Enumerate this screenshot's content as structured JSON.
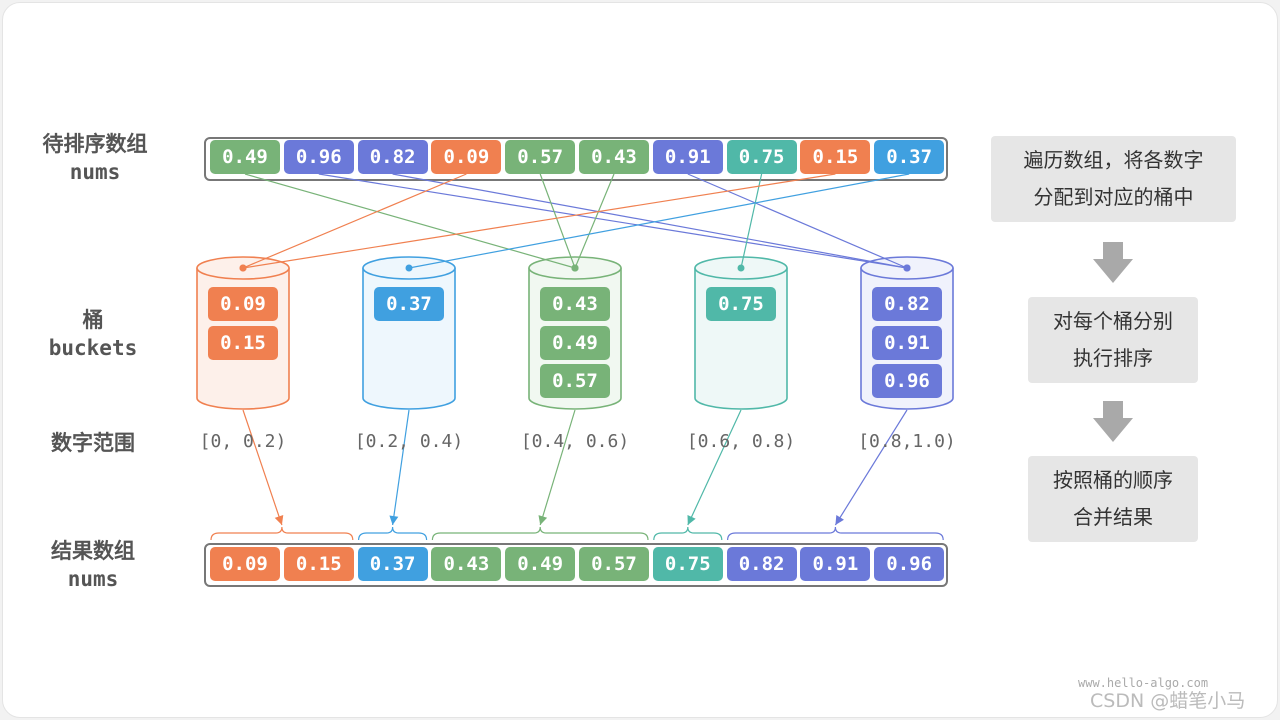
{
  "colors": {
    "orange": "#f08050",
    "blue": "#40a0e0",
    "green": "#78b378",
    "teal": "#50b8a8",
    "purple": "#6b79d9"
  },
  "labels": {
    "input_cn": "待排序数组",
    "input_en": "nums",
    "buckets_cn": "桶",
    "buckets_en": "buckets",
    "range_label": "数字范围",
    "result_cn": "结果数组",
    "result_en": "nums"
  },
  "input": [
    {
      "v": "0.49",
      "c": "green"
    },
    {
      "v": "0.96",
      "c": "purple"
    },
    {
      "v": "0.82",
      "c": "purple"
    },
    {
      "v": "0.09",
      "c": "orange"
    },
    {
      "v": "0.57",
      "c": "green"
    },
    {
      "v": "0.43",
      "c": "green"
    },
    {
      "v": "0.91",
      "c": "purple"
    },
    {
      "v": "0.75",
      "c": "teal"
    },
    {
      "v": "0.15",
      "c": "orange"
    },
    {
      "v": "0.37",
      "c": "blue"
    }
  ],
  "buckets": [
    {
      "c": "orange",
      "items": [
        "0.09",
        "0.15"
      ],
      "range": "[0, 0.2)"
    },
    {
      "c": "blue",
      "items": [
        "0.37"
      ],
      "range": "[0.2, 0.4)"
    },
    {
      "c": "green",
      "items": [
        "0.43",
        "0.49",
        "0.57"
      ],
      "range": "[0.4, 0.6)"
    },
    {
      "c": "teal",
      "items": [
        "0.75"
      ],
      "range": "[0.6, 0.8)"
    },
    {
      "c": "purple",
      "items": [
        "0.82",
        "0.91",
        "0.96"
      ],
      "range": "[0.8,1.0)"
    }
  ],
  "input_to_bucket": [
    2,
    4,
    4,
    0,
    2,
    2,
    4,
    3,
    0,
    1
  ],
  "result": [
    {
      "v": "0.09",
      "c": "orange"
    },
    {
      "v": "0.15",
      "c": "orange"
    },
    {
      "v": "0.37",
      "c": "blue"
    },
    {
      "v": "0.43",
      "c": "green"
    },
    {
      "v": "0.49",
      "c": "green"
    },
    {
      "v": "0.57",
      "c": "green"
    },
    {
      "v": "0.75",
      "c": "teal"
    },
    {
      "v": "0.82",
      "c": "purple"
    },
    {
      "v": "0.91",
      "c": "purple"
    },
    {
      "v": "0.96",
      "c": "purple"
    }
  ],
  "steps": [
    {
      "lines": [
        "遍历数组，将各数字",
        "分配到对应的桶中"
      ]
    },
    {
      "lines": [
        "对每个桶分别",
        "执行排序"
      ]
    },
    {
      "lines": [
        "按照桶的顺序",
        "合并结果"
      ]
    }
  ],
  "watermark": {
    "site": "www.hello-algo.com",
    "credit": "CSDN @蜡笔小马"
  }
}
